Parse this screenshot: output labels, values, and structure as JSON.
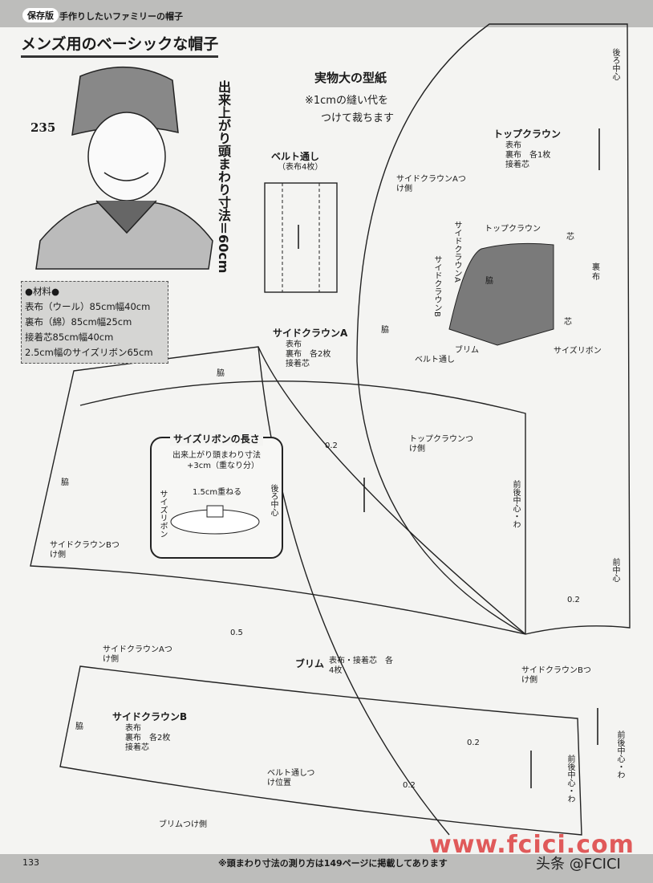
{
  "header": {
    "badge": "保存版",
    "series": "手作りしたいファミリーの帽子",
    "title": "メンズ用のベーシックな帽子"
  },
  "item_number": "235",
  "head_size": "出来上がり頭まわり寸法＝60cm",
  "materials": {
    "heading": "●材料●",
    "items": [
      "表布（ウール）85cm幅40cm",
      "裏布（綿）85cm幅25cm",
      "接着芯85cm幅40cm",
      "2.5cm幅のサイズリボン65cm"
    ]
  },
  "pattern_title": "実物大の型紙",
  "pattern_note_1": "※1cmの縫い代を",
  "pattern_note_2": "つけて裁ちます",
  "belt_loop": {
    "name": "ベルト通し",
    "detail": "（表布4枚）"
  },
  "top_crown": {
    "name": "トップクラウン",
    "line1": "表布",
    "line2": "裏布　各1枚",
    "line3": "接着芯"
  },
  "back_center": "後ろ中心",
  "front_center": "前中心",
  "front_back_center": "前後中心・わ",
  "side_a_attach": "サイドクラウンAつけ側",
  "side_b_attach": "サイドクラウンBつけ側",
  "top_attach": "トップクラウンつけ側",
  "brim_attach": "ブリムつけ側",
  "side_crown_a": {
    "name": "サイドクラウンA",
    "line1": "表布",
    "line2": "裏布　各2枚",
    "line3": "接着芯"
  },
  "side_crown_b": {
    "name": "サイドクラウンB",
    "line1": "表布",
    "line2": "裏布　各2枚",
    "line3": "接着芯"
  },
  "brim": {
    "name": "ブリム",
    "detail": "表布・接着芯　各4枚"
  },
  "side": "脇",
  "belt_position": "ベルト通しつけ位置",
  "allowances": [
    "0.2",
    "0.5",
    "0.2",
    "0.2",
    "0.2"
  ],
  "illustration": {
    "top": "トップクラウン",
    "sa": "サイドクラウンA",
    "sb": "サイドクラウンB",
    "side": "脇",
    "brim": "ブリム",
    "belt": "ベルト通し",
    "core": "芯",
    "lining": "裏布",
    "ribbon": "サイズリボン"
  },
  "ribbon_box": {
    "title": "サイズリボンの長さ",
    "line1": "出来上がり頭まわり寸法",
    "line2": "+3cm（重なり分）",
    "overlap": "1.5cm重ねる",
    "back": "後ろ中心",
    "ribbon": "サイズリボン"
  },
  "footer": {
    "page": "133",
    "note": "※頭まわり寸法の測り方は149ページに掲載してあります"
  },
  "watermark": "www.fcici.com",
  "watermark2": "头条 @FCICI"
}
